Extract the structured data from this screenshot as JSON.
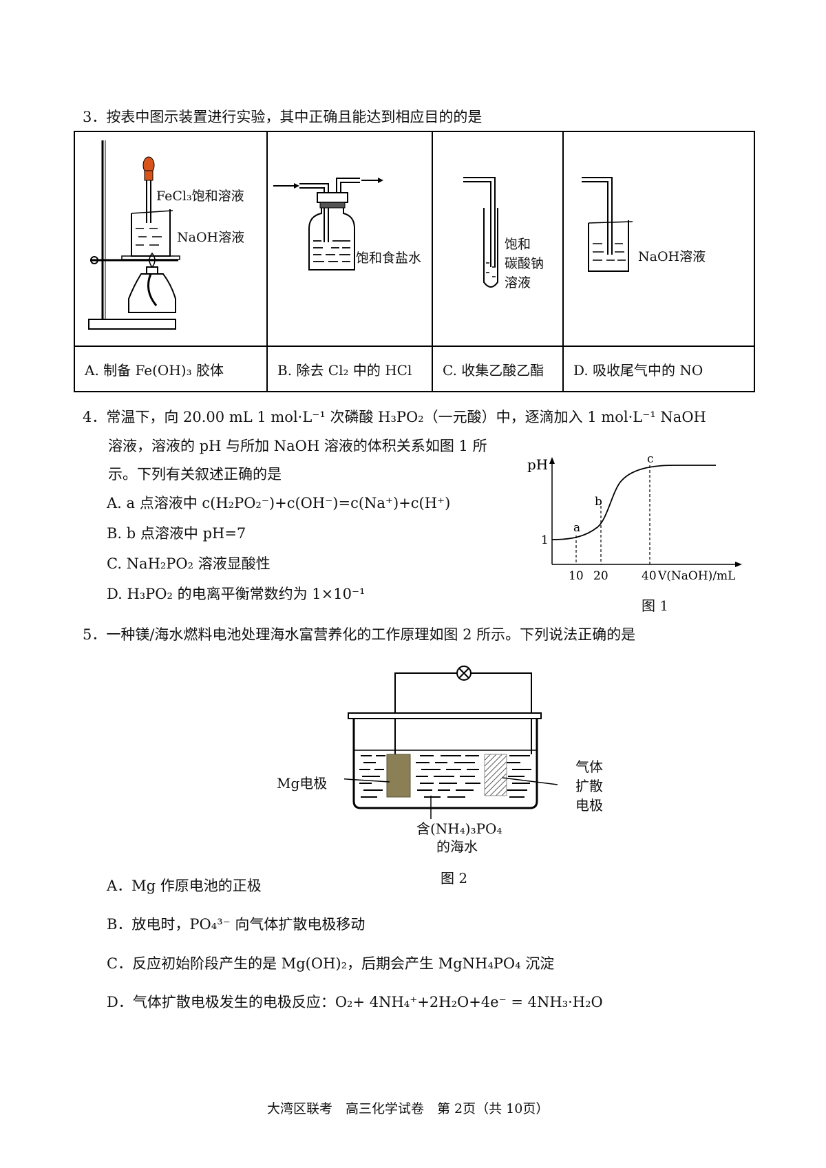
{
  "q3": {
    "stem": "3．按表中图示装置进行实验，其中正确且能达到相应目的的是",
    "cellA": {
      "label1": "FeCl₃饱和溶液",
      "label2": "NaOH溶液",
      "option": "A. 制备 Fe(OH)₃ 胶体"
    },
    "cellB": {
      "label1": "饱和食盐水",
      "option": "B. 除去 Cl₂ 中的 HCl"
    },
    "cellC": {
      "label1": "饱和",
      "label2": "碳酸钠",
      "label3": "溶液",
      "option": "C. 收集乙酸乙酯"
    },
    "cellD": {
      "label1": "NaOH溶液",
      "option": "D. 吸收尾气中的 NO"
    }
  },
  "q4": {
    "stem1": "4．常温下，向 20.00 mL 1 mol·L⁻¹ 次磷酸 H₃PO₂（一元酸）中，逐滴加入  1 mol·L⁻¹   NaOH",
    "stem2": "溶液，溶液的 pH 与所加 NaOH 溶液的体积关系如图 1 所",
    "stem3": "示。下列有关叙述正确的是",
    "optA": "A. a 点溶液中 c(H₂PO₂⁻)+c(OH⁻)=c(Na⁺)+c(H⁺)",
    "optB": "B. b 点溶液中 pH=7",
    "optC": "C. NaH₂PO₂ 溶液显酸性",
    "optD": "D. H₃PO₂ 的电离平衡常数约为 1×10⁻¹",
    "figure": {
      "ylabel": "pH",
      "xlabel": "V(NaOH)/mL",
      "y_tick": "1",
      "x_ticks": [
        "10",
        "20",
        "40"
      ],
      "points": [
        "a",
        "b",
        "c"
      ],
      "caption": "图 1"
    }
  },
  "q5": {
    "stem": "5．一种镁/海水燃料电池处理海水富营养化的工作原理如图 2 所示。下列说法正确的是",
    "figure": {
      "mg_label": "Mg电极",
      "gas_label1": "气体",
      "gas_label2": "扩散",
      "gas_label3": "电极",
      "water_label1": "含(NH₄)₃PO₄",
      "water_label2": "的海水",
      "caption": "图 2"
    },
    "optA": "A．Mg 作原电池的正极",
    "optB": "B．放电时，PO₄³⁻ 向气体扩散电极移动",
    "optC": "C．反应初始阶段产生的是 Mg(OH)₂，后期会产生 MgNH₄PO₄ 沉淀",
    "optD": "D．气体扩散电极发生的电极反应：O₂+ 4NH₄⁺+2H₂O+4e⁻ = 4NH₃·H₂O"
  },
  "footer": "大湾区联考　高三化学试卷　第 2页（共 10页）"
}
